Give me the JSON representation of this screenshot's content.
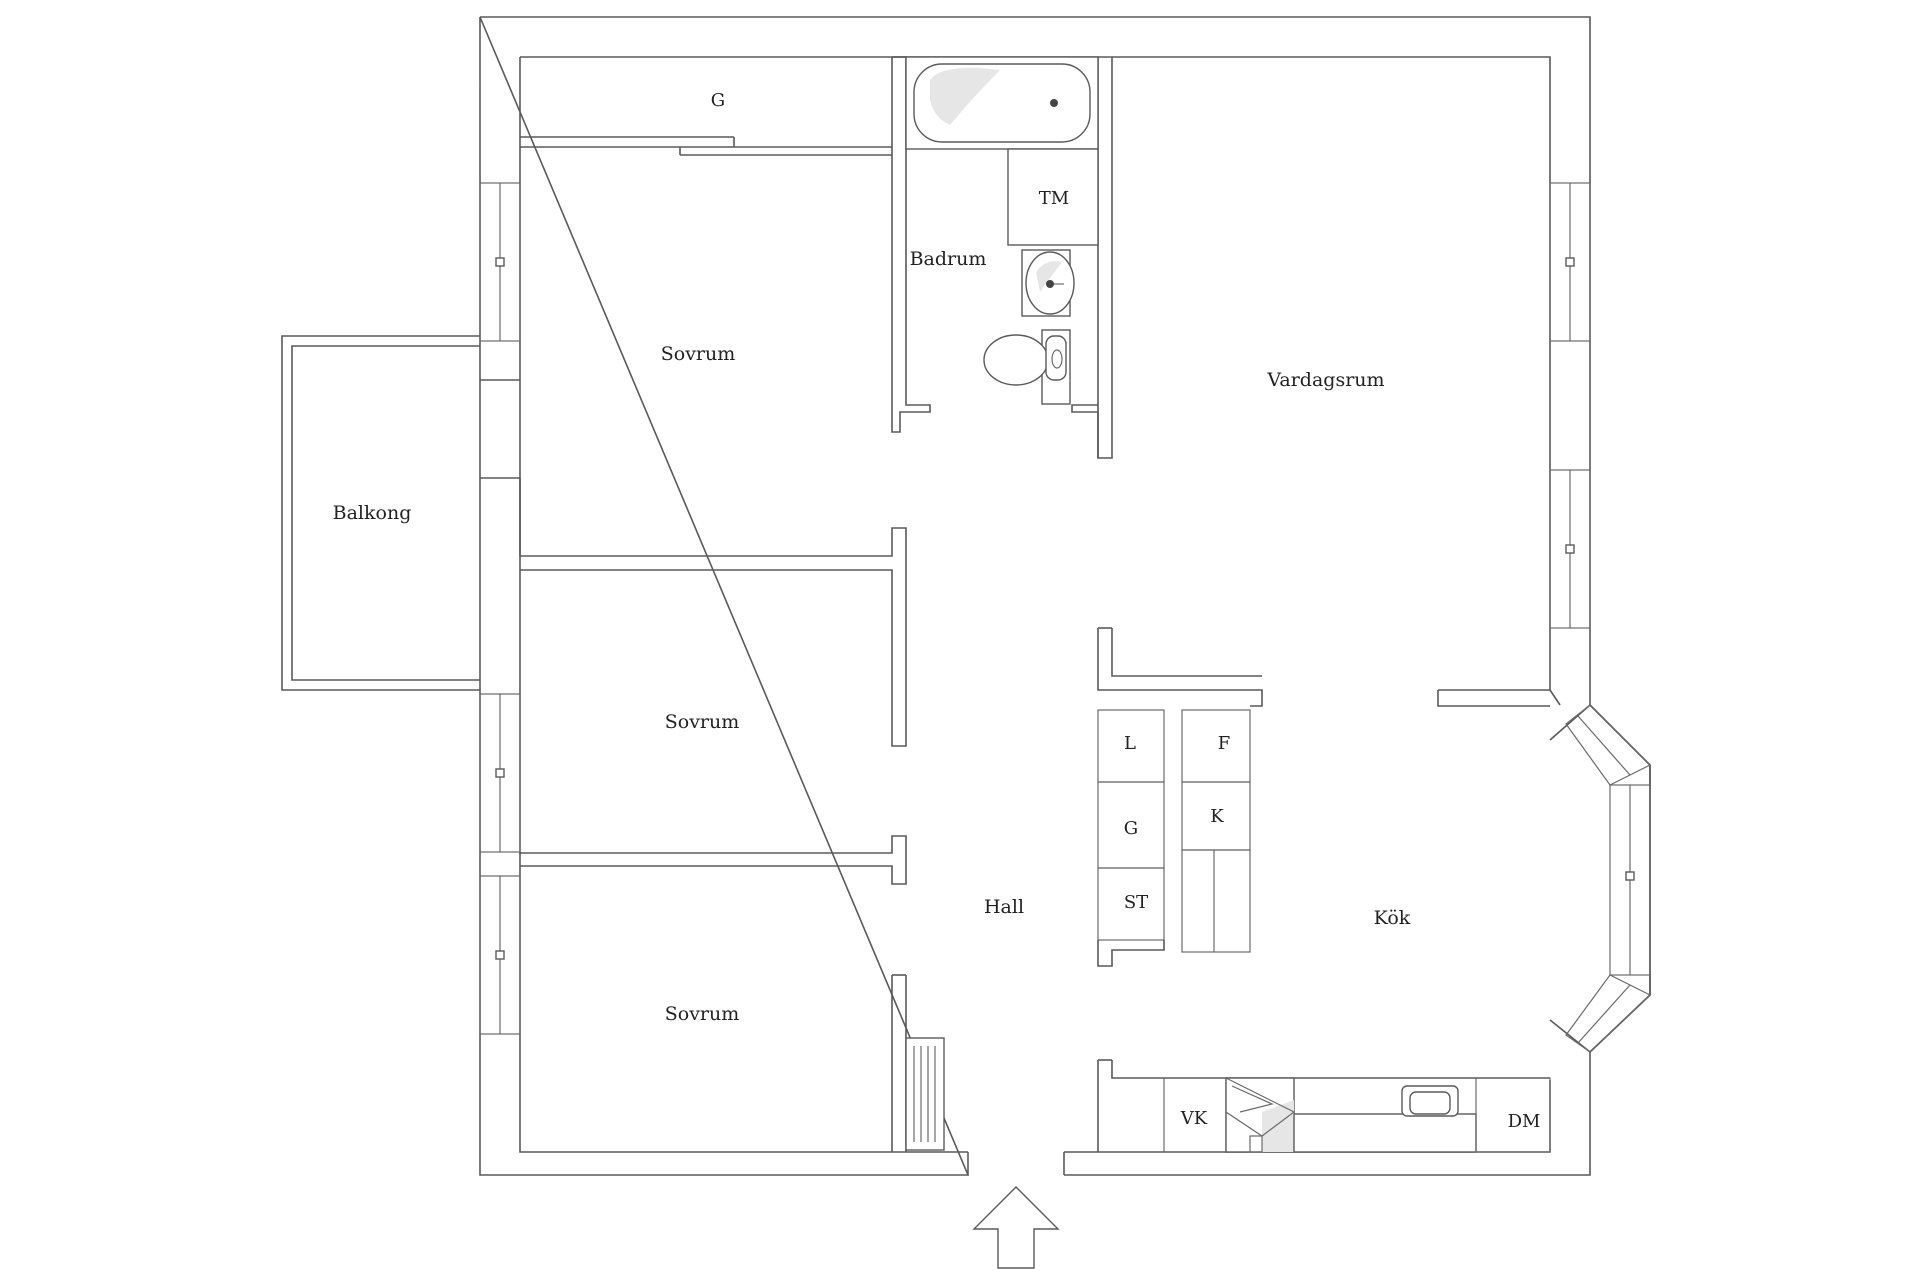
{
  "rooms": {
    "closet_top": "G",
    "bedroom_1": "Sovrum",
    "bathroom": "Badrum",
    "washing_machine": "TM",
    "living_room": "Vardagsrum",
    "balcony": "Balkong",
    "bedroom_2": "Sovrum",
    "bedroom_3": "Sovrum",
    "hall": "Hall",
    "kitchen": "Kök",
    "linen_closet": "L",
    "closet_hall": "G",
    "storage": "ST",
    "freezer": "F",
    "fridge": "K",
    "range_hood": "VK",
    "dishwasher": "DM"
  },
  "icons": {
    "entrance": "entrance-arrow-icon",
    "bathtub": "bathtub-icon",
    "sink": "sink-icon",
    "toilet": "toilet-icon",
    "radiator": "radiator-icon",
    "stove": "stove-icon",
    "kitchen_sink": "kitchen-sink-icon"
  }
}
